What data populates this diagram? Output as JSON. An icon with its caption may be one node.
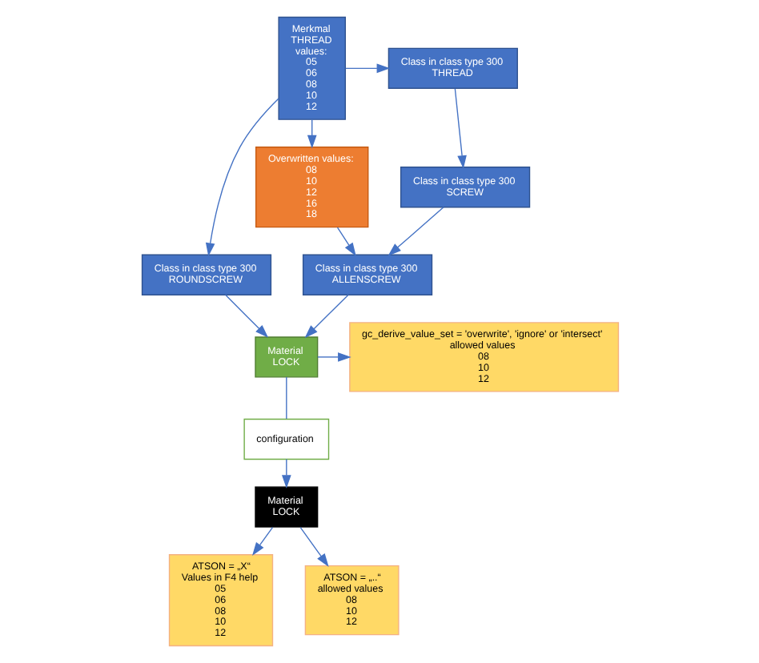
{
  "diagram": {
    "nodes": [
      {
        "text": [
          "Class in class type 300",
          "THREAD"
        ]
      },
      {
        "text": [
          "Class in class type 300",
          "SCREW"
        ]
      },
      {
        "text": [
          "Class in class type 300",
          "ALLENSCREW"
        ]
      },
      {
        "text": [
          "Merkmal",
          "THREAD",
          "values:",
          "05",
          "06",
          "08",
          "10",
          "12"
        ]
      },
      {
        "text": [
          "Overwritten values:",
          "08",
          "10",
          "12",
          "16",
          "18"
        ]
      },
      {
        "text": [
          "Class in class type 300",
          "ROUNDSCREW"
        ]
      },
      {
        "text": [
          "Material",
          "LOCK"
        ]
      },
      {
        "text": [
          "gc_derive_value_set = 'overwrite', 'ignore' or 'intersect'",
          "allowed values",
          "08",
          "10",
          "12"
        ]
      },
      {
        "text": [
          "configuration"
        ]
      },
      {
        "text": [
          "Material",
          "LOCK"
        ]
      },
      {
        "text": [
          "ATSON = „X“",
          "Values in F4 help",
          "05",
          "06",
          "08",
          "10",
          "12"
        ]
      },
      {
        "text": [
          "ATSON = „..“",
          "allowed values",
          "08",
          "10",
          "12"
        ]
      }
    ],
    "edges": [
      {
        "from": 0,
        "to": 1,
        "arrow": "to"
      },
      {
        "from": 1,
        "to": 2,
        "arrow": "to"
      },
      {
        "from": 3,
        "to": 0,
        "arrow": "to"
      },
      {
        "from": 3,
        "to": 4,
        "arrow": "to"
      },
      {
        "from": 4,
        "to": 2,
        "arrow": "to"
      },
      {
        "from": 3,
        "to": 5,
        "arrow": "to"
      },
      {
        "from": 2,
        "to": 6,
        "arrow": "to"
      },
      {
        "from": 5,
        "to": 6,
        "arrow": "to"
      },
      {
        "from": 6,
        "to": 7,
        "arrow": "to"
      },
      {
        "from": 6,
        "to": 8,
        "arrow": "none"
      },
      {
        "from": 8,
        "to": 9,
        "arrow": "to"
      },
      {
        "from": 9,
        "to": 10,
        "arrow": "to"
      },
      {
        "from": 9,
        "to": 11,
        "arrow": "to"
      }
    ]
  }
}
